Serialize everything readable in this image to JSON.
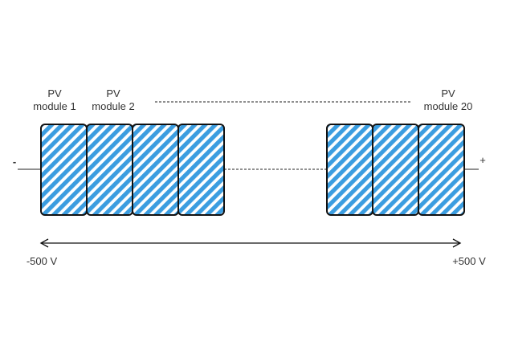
{
  "modules": {
    "first": {
      "line1": "PV",
      "line2": "module 1"
    },
    "second": {
      "line1": "PV",
      "line2": "module 2"
    },
    "last": {
      "line1": "PV",
      "line2": "module 20"
    }
  },
  "terminals": {
    "negative": "-",
    "positive": "+"
  },
  "voltage": {
    "left": "-500 V",
    "right": "+500 V"
  },
  "colors": {
    "module_fill": "#3b9de0",
    "outline": "#111111",
    "wire": "#222222"
  }
}
